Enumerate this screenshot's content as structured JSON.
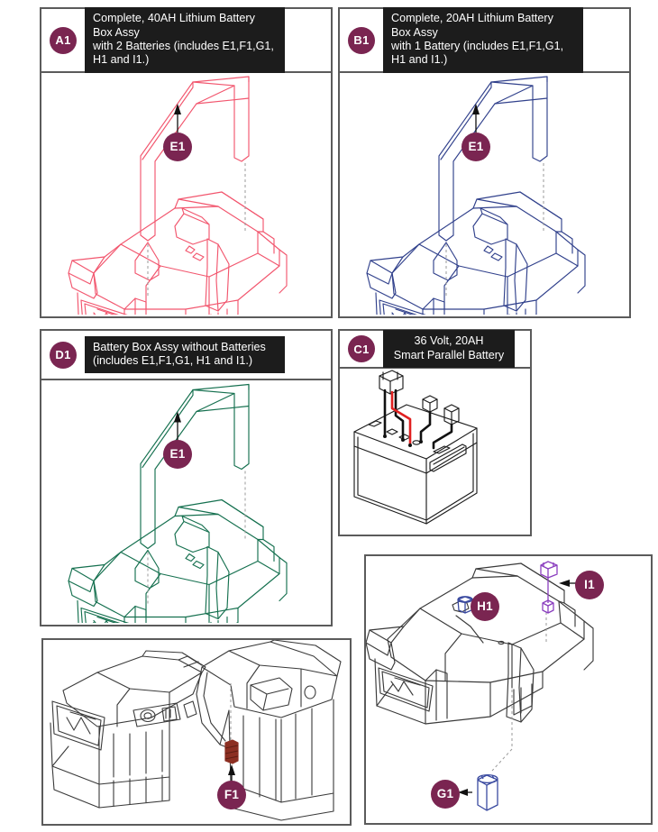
{
  "document": {
    "type": "parts-assembly-diagram",
    "page_background": "#ffffff"
  },
  "colors": {
    "badge_purple": "#7a2551",
    "frame_gray": "#5b5b5b",
    "title_black": "#1c1c1c",
    "a1_line": "#f2566e",
    "b1_line": "#31418c",
    "d1_line": "#15704f",
    "c1_line": "#1c1c1c",
    "c1_wire_red": "#e02020",
    "gray_line": "#3a3a3a",
    "part_blue": "#3a4aa0",
    "part_purple": "#8b3fbf",
    "part_red": "#8c2f22",
    "leader_dash": "#9a9a9a"
  },
  "panels": [
    {
      "id": "a1",
      "badge": "A1",
      "title": "Complete, 40AH Lithium Battery Box Assy\nwith 2 Batteries (includes E1,F1,G1,\nH1 and I1.)",
      "title_align": "left",
      "line_color": "#f2566e",
      "callouts": [
        {
          "label": "E1"
        }
      ]
    },
    {
      "id": "b1",
      "badge": "B1",
      "title": "Complete, 20AH Lithium Battery Box Assy\nwith 1 Battery (includes E1,F1,G1,\nH1 and I1.)",
      "title_align": "left",
      "line_color": "#31418c",
      "callouts": [
        {
          "label": "E1"
        }
      ]
    },
    {
      "id": "d1",
      "badge": "D1",
      "title": "Battery Box Assy without Batteries\n(includes E1,F1,G1, H1 and I1.)",
      "title_align": "left",
      "line_color": "#15704f",
      "callouts": [
        {
          "label": "E1"
        }
      ]
    },
    {
      "id": "c1",
      "badge": "C1",
      "title": "36 Volt, 20AH\nSmart Parallel Battery",
      "title_align": "center",
      "line_color": "#1c1c1c",
      "callouts": []
    }
  ],
  "plain_panels": [
    {
      "id": "f1-panel",
      "line_color": "#3a3a3a",
      "callouts": [
        {
          "label": "F1"
        }
      ]
    },
    {
      "id": "hardware-panel",
      "line_color": "#3a3a3a",
      "callouts": [
        {
          "label": "I1"
        },
        {
          "label": "H1"
        },
        {
          "label": "G1"
        }
      ]
    }
  ],
  "callout_labels": {
    "e1": "E1",
    "f1": "F1",
    "g1": "G1",
    "h1": "H1",
    "i1": "I1"
  }
}
